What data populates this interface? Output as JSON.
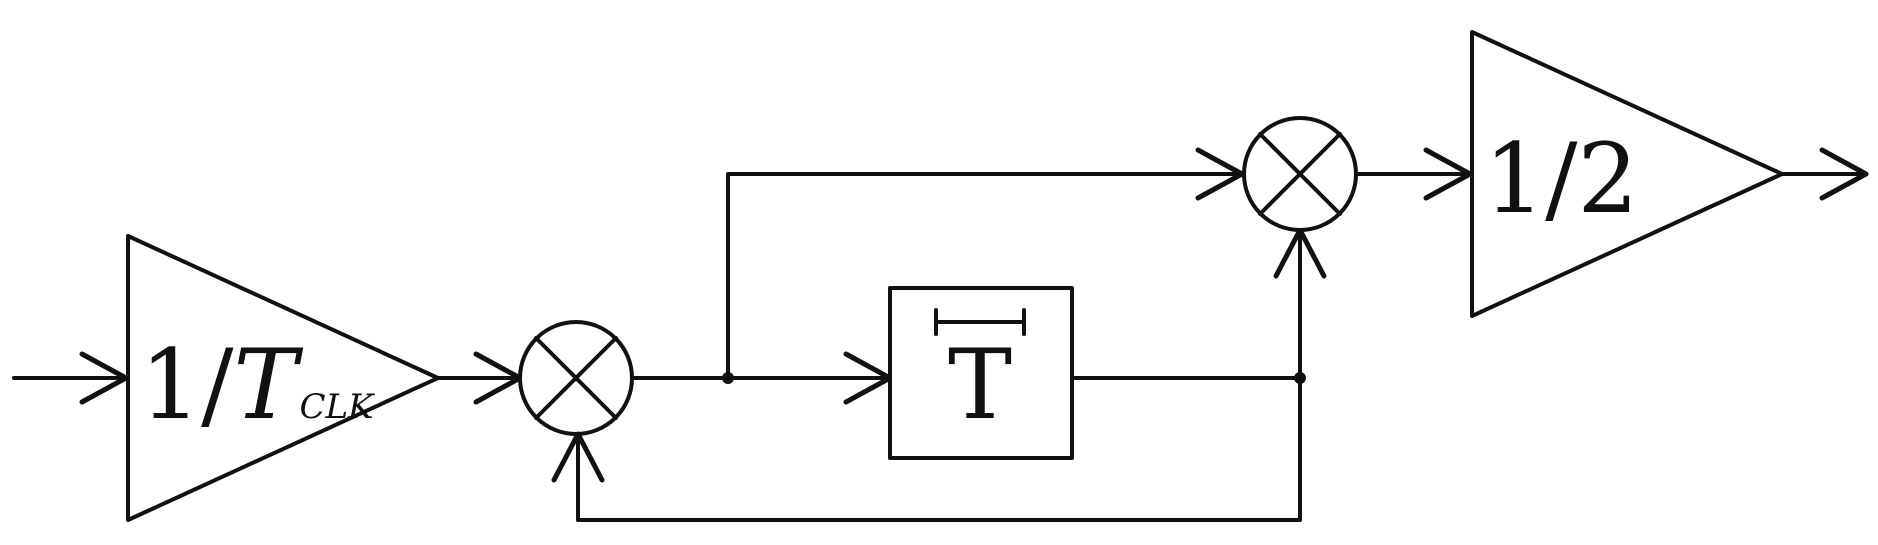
{
  "diagram": {
    "input_gain": {
      "numerator": "1/",
      "symbol": "T",
      "subscript": "CLK"
    },
    "delay": {
      "symbol": "T"
    },
    "output_gain": {
      "label": "1/2"
    }
  }
}
